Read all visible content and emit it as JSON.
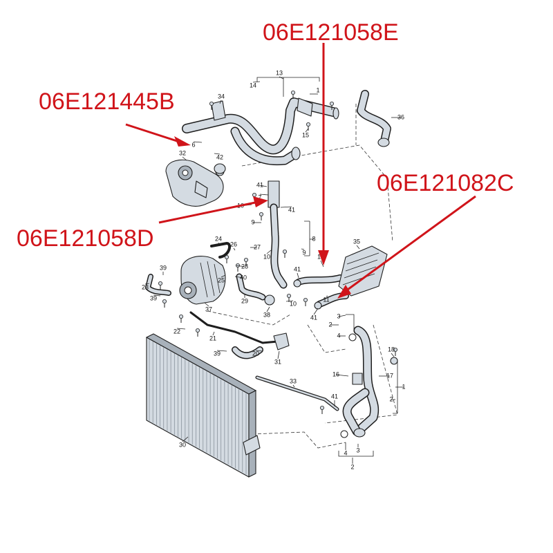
{
  "part_codes": [
    {
      "id": "code-top",
      "text": "06E121058E"
    },
    {
      "id": "code-left",
      "text": "06E121445B"
    },
    {
      "id": "code-right",
      "text": "06E121082C"
    },
    {
      "id": "code-bottom",
      "text": "06E121058D"
    }
  ],
  "callouts": [
    "1",
    "2",
    "3",
    "4",
    "6",
    "7",
    "8",
    "9",
    "10",
    "11",
    "12",
    "13",
    "14",
    "15",
    "16",
    "17",
    "18",
    "19",
    "20",
    "21",
    "22",
    "23",
    "24",
    "25",
    "26",
    "27",
    "28",
    "29",
    "30",
    "31",
    "32",
    "33",
    "34",
    "35",
    "36",
    "37",
    "38",
    "39",
    "40",
    "41",
    "42"
  ],
  "colors": {
    "annotation": "#d0141a",
    "part": "#d4dbe2",
    "outline": "#1e1e1e"
  }
}
